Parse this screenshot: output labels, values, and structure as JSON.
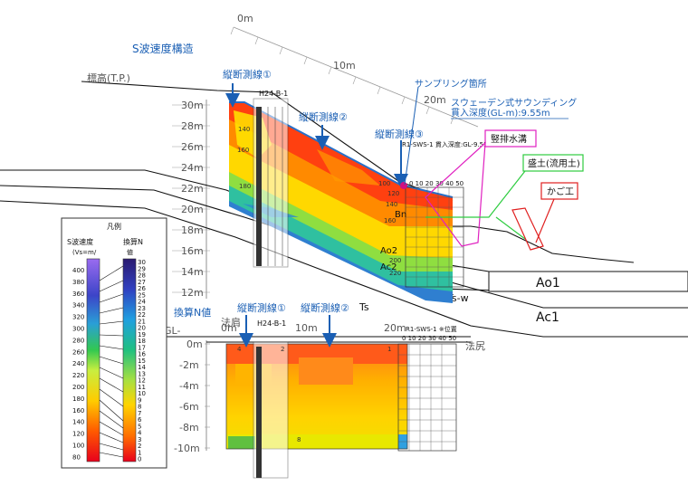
{
  "top": {
    "title": "S波速度構造",
    "elev_label": "標高(T.P.)",
    "elev_ticks": [
      "30m",
      "28m",
      "26m",
      "24m",
      "22m",
      "20m",
      "18m",
      "16m",
      "14m",
      "12m"
    ],
    "scale_ticks": [
      "0m",
      "10m",
      "20m"
    ],
    "borehole_id": "H24-B-1",
    "sws_scale": "0 10 20 30 40 50",
    "survey_lines": [
      "縦断測線①",
      "縦断測線②",
      "縦断測線③"
    ],
    "annotations": {
      "sampling": "サンプリング箇所",
      "sws_line1": "スウェーデン式サウンディング",
      "sws_line2": "貫入深度(GL-m):9.55m",
      "sws_note": "R1-SWS-1 貫入深度:GL-9.55m",
      "drain": "竪排水溝",
      "fill": "盛土(流用土)",
      "gabion": "かご工"
    },
    "layers": {
      "ao1": "Ao1",
      "ac1": "Ac1",
      "ts": "Ts",
      "ts_w": "Ts-w",
      "ao2": "Ao2",
      "ac2": "Ac2",
      "bn": "Bn"
    },
    "contour_labels": [
      "140",
      "160",
      "180",
      "100",
      "120",
      "140",
      "160",
      "200",
      "220"
    ]
  },
  "bottom": {
    "title": "換算N値",
    "gl_label": "GL-",
    "slope_top": "法肩",
    "slope_toe": "法尻",
    "depth_ticks": [
      "0m",
      "-2m",
      "-4m",
      "-6m",
      "-8m",
      "-10m"
    ],
    "dist_ticks": [
      "0m",
      "10m",
      "20m"
    ],
    "borehole_id": "H24-B-1",
    "sws_id": "R1-SWS-1 ※位置",
    "sws_scale": "0 10 20 30 40 50",
    "survey_lines": [
      "縦断測線①",
      "縦断測線②"
    ],
    "n_labels": [
      "4",
      "2",
      "1",
      "8"
    ]
  },
  "legend": {
    "title": "凡例",
    "vs_title": "S波速度",
    "vs_unit": "(Vs=m/",
    "n_title": "換算N",
    "n_unit": "値",
    "vs_values": [
      "400",
      "380",
      "360",
      "340",
      "320",
      "300",
      "280",
      "260",
      "240",
      "220",
      "200",
      "180",
      "160",
      "140",
      "120",
      "100",
      "80"
    ],
    "n_values": [
      "30",
      "29",
      "28",
      "27",
      "26",
      "25",
      "24",
      "23",
      "22",
      "21",
      "20",
      "19",
      "18",
      "17",
      "16",
      "15",
      "14",
      "13",
      "12",
      "11",
      "10",
      "9",
      "8",
      "7",
      "6",
      "5",
      "4",
      "3",
      "2",
      "1",
      "0"
    ],
    "colors": {
      "vs_high": "#9a6cf0",
      "vs_low": "#e8001c",
      "n_high": "#2a1a70",
      "n_low": "#e8001c"
    }
  }
}
